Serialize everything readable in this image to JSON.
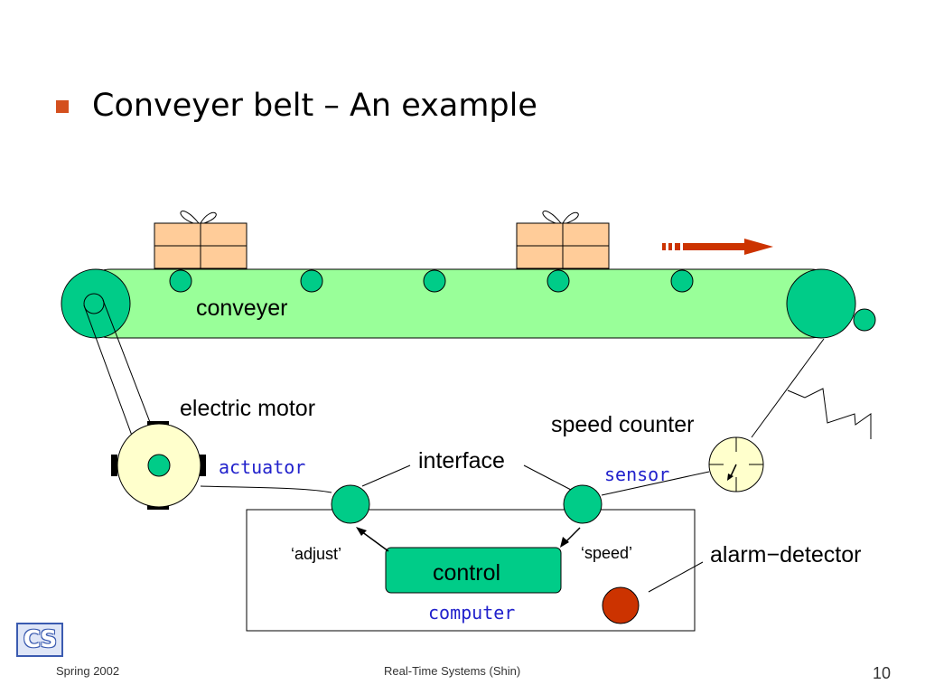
{
  "slide": {
    "title": "Conveyer belt – An example",
    "bullet_color": "#d4501e"
  },
  "diagram": {
    "labels": {
      "conveyer": "conveyer",
      "electric_motor": "electric motor",
      "actuator": "actuator",
      "interface": "interface",
      "speed_counter": "speed counter",
      "sensor": "sensor",
      "adjust": "‘adjust’",
      "speed": "‘speed’",
      "control": "control",
      "computer": "computer",
      "alarm_detector": "alarm−detector"
    },
    "colors": {
      "belt": "#99ff99",
      "roller": "#00cc88",
      "package": "#ffcc99",
      "motor": "#ffffcc",
      "alarm": "#cc3300",
      "arrow": "#cc3300",
      "code_label": "#2222cc"
    }
  },
  "footer": {
    "left": "Spring 2002",
    "center": "Real-Time Systems (Shin)",
    "page": "10",
    "logo": "CS"
  }
}
